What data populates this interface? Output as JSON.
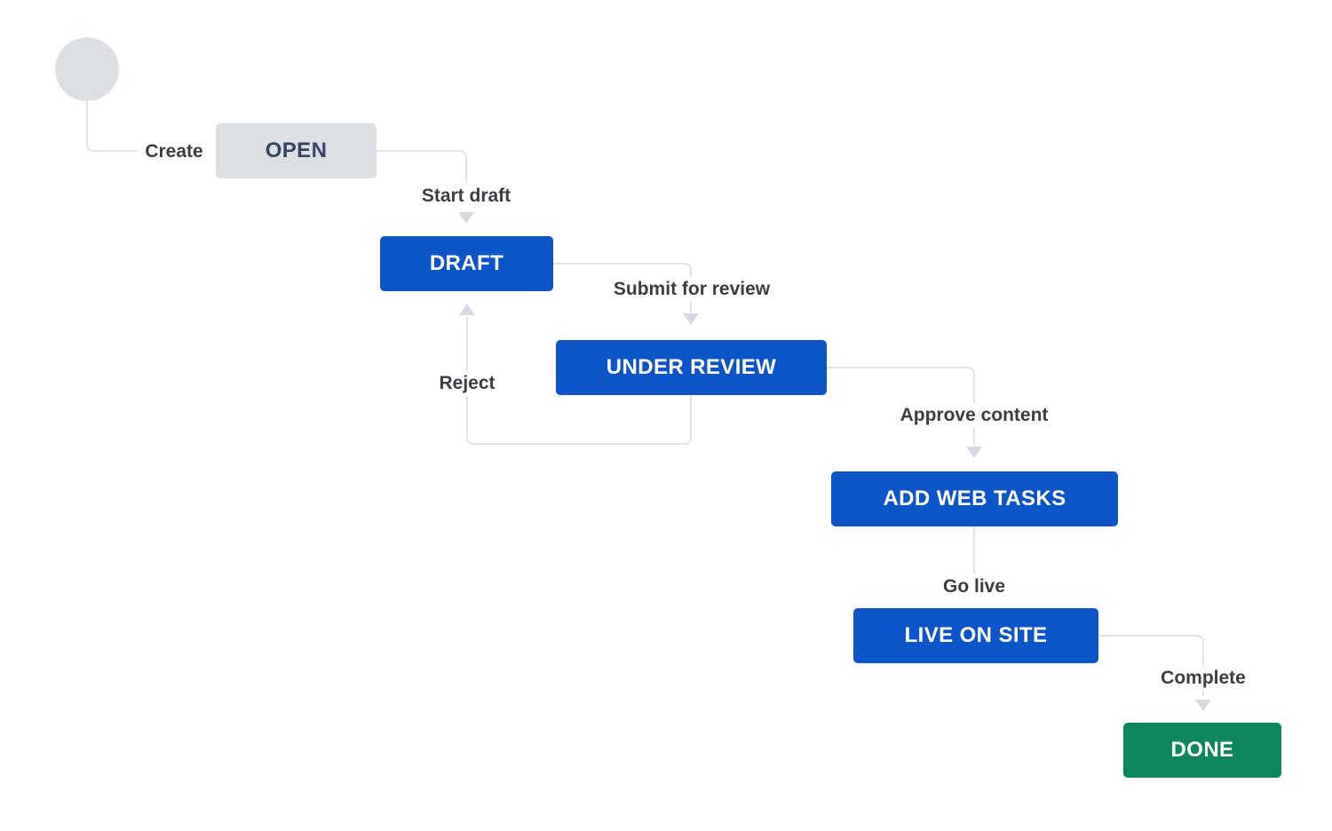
{
  "diagram": {
    "type": "workflow",
    "start_node": {
      "name": "start"
    },
    "statuses": [
      {
        "id": "open",
        "label": "OPEN",
        "category": "todo",
        "color": "#DCDFE4",
        "text_color": "#344563"
      },
      {
        "id": "draft",
        "label": "DRAFT",
        "category": "in-progress",
        "color": "#0B55C8",
        "text_color": "#FFFFFF"
      },
      {
        "id": "under-review",
        "label": "UNDER REVIEW",
        "category": "in-progress",
        "color": "#0B55C8",
        "text_color": "#FFFFFF"
      },
      {
        "id": "add-web-tasks",
        "label": "ADD WEB TASKS",
        "category": "in-progress",
        "color": "#0B55C8",
        "text_color": "#FFFFFF"
      },
      {
        "id": "live-on-site",
        "label": "LIVE ON SITE",
        "category": "in-progress",
        "color": "#0B55C8",
        "text_color": "#FFFFFF"
      },
      {
        "id": "done",
        "label": "DONE",
        "category": "done",
        "color": "#0E875D",
        "text_color": "#FFFFFF"
      }
    ],
    "transitions": [
      {
        "label": "Create",
        "from": "start",
        "to": "open"
      },
      {
        "label": "Start draft",
        "from": "open",
        "to": "draft"
      },
      {
        "label": "Submit for review",
        "from": "draft",
        "to": "under-review"
      },
      {
        "label": "Reject",
        "from": "under-review",
        "to": "draft"
      },
      {
        "label": "Approve content",
        "from": "under-review",
        "to": "add-web-tasks"
      },
      {
        "label": "Go live",
        "from": "add-web-tasks",
        "to": "live-on-site"
      },
      {
        "label": "Complete",
        "from": "live-on-site",
        "to": "done"
      }
    ],
    "colors": {
      "connector": "#E0E2E8",
      "arrowhead": "#D6D9DF",
      "start_node_gray": "#DCDFE4",
      "status_blue": "#0B55C8",
      "status_green": "#0E875D",
      "status_gray": "#DCDFE4",
      "status_gray_text": "#344563",
      "label_text": "#3B3D42",
      "background": "#FFFFFF"
    }
  }
}
